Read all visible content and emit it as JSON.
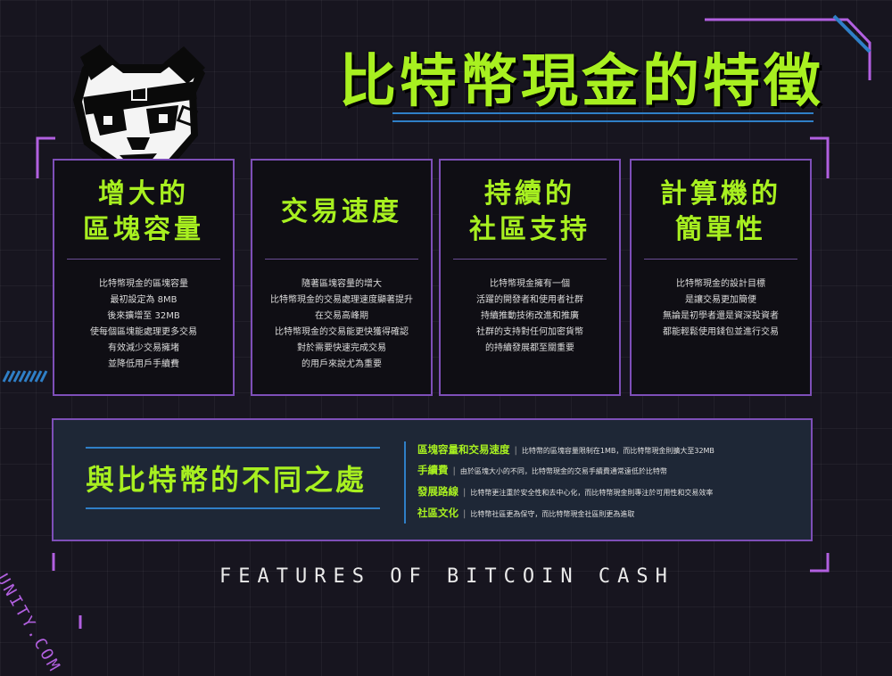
{
  "title": "比特幣現金的特徵",
  "cards": [
    {
      "title_lines": [
        "增大的",
        "區塊容量"
      ],
      "body_lines": [
        "比特幣現金的區塊容量",
        "最初設定為 8MB",
        "後來擴增至 32MB",
        "使每個區塊能處理更多交易",
        "有效減少交易擁堵",
        "並降低用戶手續費"
      ]
    },
    {
      "title_lines": [
        "交易速度"
      ],
      "body_lines": [
        "隨著區塊容量的增大",
        "比特幣現金的交易處理速度顯著提升",
        "在交易高峰期",
        "比特幣現金的交易能更快獲得確認",
        "對於需要快速完成交易",
        "的用戶來說尤為重要"
      ]
    },
    {
      "title_lines": [
        "持續的",
        "社區支持"
      ],
      "body_lines": [
        "比特幣現金擁有一個",
        "活躍的開發者和使用者社群",
        "持續推動技術改進和推廣",
        "社群的支持對任何加密貨幣",
        "的持續發展都至關重要"
      ]
    },
    {
      "title_lines": [
        "計算機的",
        "簡單性"
      ],
      "body_lines": [
        "比特幣現金的設計目標",
        "是讓交易更加簡便",
        "無論是初學者還是資深投資者",
        "都能輕鬆使用錢包並進行交易"
      ]
    }
  ],
  "differences": {
    "title": "與比特幣的不同之處",
    "rows": [
      {
        "label": "區塊容量和交易速度",
        "text": "比特幣的區塊容量限制在1MB，而比特幣現金則擴大至32MB"
      },
      {
        "label": "手續費",
        "text": "由於區塊大小的不同，比特幣現金的交易手續費通常遠低於比特幣"
      },
      {
        "label": "發展路線",
        "text": "比特幣更注重於安全性和去中心化，而比特幣現金則專注於可用性和交易效率"
      },
      {
        "label": "社區文化",
        "text": "比特幣社區更為保守，而比特幣現金社區則更為進取"
      }
    ]
  },
  "footer": "FEATURES OF BITCOIN CASH",
  "side_url": "UNITY.COM",
  "colors": {
    "accent": "#a8f020",
    "purple": "#7e4fb8",
    "blue": "#2f7fc7",
    "background": "#17151f"
  },
  "icons": [
    "panda-mascot-icon"
  ]
}
